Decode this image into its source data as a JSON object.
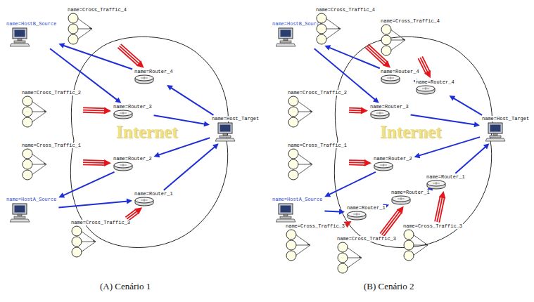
{
  "diagram": {
    "nodes": [
      {
        "text": [
          "name=HostB_Source"
        ]
      },
      {
        "text": [
          "name=Cross_Traffic_4"
        ]
      },
      {
        "text": [
          "name=Router_4"
        ]
      },
      {
        "text": [
          "name=Cross_Traffic_2"
        ]
      },
      {
        "text": [
          "name=Router_3"
        ]
      },
      {
        "text": [
          "name=Host_Target"
        ]
      },
      {
        "text": [
          "name=Cross_Traffic_1"
        ]
      },
      {
        "text": [
          "name=Router_2"
        ]
      },
      {
        "text": [
          "name=HostA_Source"
        ]
      },
      {
        "text": [
          "name=Router_1"
        ]
      },
      {
        "text": [
          "name=Cross_Traffic_3"
        ]
      },
      {
        "text": [
          "name=HostB_Source"
        ]
      },
      {
        "text": [
          "name=Cross_Traffic_4"
        ]
      },
      {
        "text": [
          "name=Cross_Traffic_4"
        ]
      },
      {
        "text": [
          "name=Router_4"
        ]
      },
      {
        "text": [
          "name=Router_4"
        ]
      },
      {
        "text": [
          "name=Cross_Traffic_2"
        ]
      },
      {
        "text": [
          "name=Router_3"
        ]
      },
      {
        "text": [
          "name=Host_Target"
        ]
      },
      {
        "text": [
          "name=Cross_Traffic_1"
        ]
      },
      {
        "text": [
          "name=Router_2"
        ]
      },
      {
        "text": [
          "name=HostA_Source"
        ]
      },
      {
        "text": [
          "name=Router_1"
        ]
      },
      {
        "text": [
          "name=Router_1"
        ]
      },
      {
        "text": [
          "name=Router_1"
        ]
      },
      {
        "text": [
          "name=Cross_Traffic_3"
        ]
      },
      {
        "text": [
          "name=Cross_Traffic_3"
        ]
      },
      {
        "text": [
          "name=Cross_Traffic_3"
        ]
      }
    ],
    "edges": [
      {
        "from": 5,
        "to": 2,
        "arrow": "to"
      },
      {
        "from": 2,
        "to": 0,
        "arrow": "to"
      },
      {
        "from": 0,
        "to": 4,
        "arrow": "to"
      },
      {
        "from": 4,
        "to": 5,
        "arrow": "to"
      },
      {
        "from": 8,
        "to": 9,
        "arrow": "to"
      },
      {
        "from": 9,
        "to": 5,
        "arrow": "to"
      },
      {
        "from": 5,
        "to": 7,
        "arrow": "to"
      },
      {
        "from": 7,
        "to": 8,
        "arrow": "to"
      },
      {
        "from": 1,
        "to": 2,
        "arrow": "to"
      },
      {
        "from": 3,
        "to": 4,
        "arrow": "to"
      },
      {
        "from": 6,
        "to": 7,
        "arrow": "to"
      },
      {
        "from": 10,
        "to": 9,
        "arrow": "to"
      },
      {
        "from": 18,
        "to": 15,
        "arrow": "to"
      },
      {
        "from": 15,
        "to": 14,
        "arrow": "to"
      },
      {
        "from": 14,
        "to": 11,
        "arrow": "to"
      },
      {
        "from": 11,
        "to": 17,
        "arrow": "to"
      },
      {
        "from": 17,
        "to": 18,
        "arrow": "to"
      },
      {
        "from": 21,
        "to": 24,
        "arrow": "to"
      },
      {
        "from": 24,
        "to": 23,
        "arrow": "to"
      },
      {
        "from": 23,
        "to": 22,
        "arrow": "to"
      },
      {
        "from": 22,
        "to": 18,
        "arrow": "to"
      },
      {
        "from": 18,
        "to": 20,
        "arrow": "to"
      },
      {
        "from": 20,
        "to": 21,
        "arrow": "to"
      },
      {
        "from": 12,
        "to": 14,
        "arrow": "to"
      },
      {
        "from": 13,
        "to": 15,
        "arrow": "to"
      },
      {
        "from": 16,
        "to": 17,
        "arrow": "to"
      },
      {
        "from": 19,
        "to": 20,
        "arrow": "to"
      },
      {
        "from": 25,
        "to": 24,
        "arrow": "to"
      },
      {
        "from": 26,
        "to": 23,
        "arrow": "to"
      },
      {
        "from": 27,
        "to": 22,
        "arrow": "to"
      }
    ],
    "labels": [
      "Internet",
      "Internet",
      "(A) Cenário 1",
      "(B) Cenário 2"
    ]
  }
}
